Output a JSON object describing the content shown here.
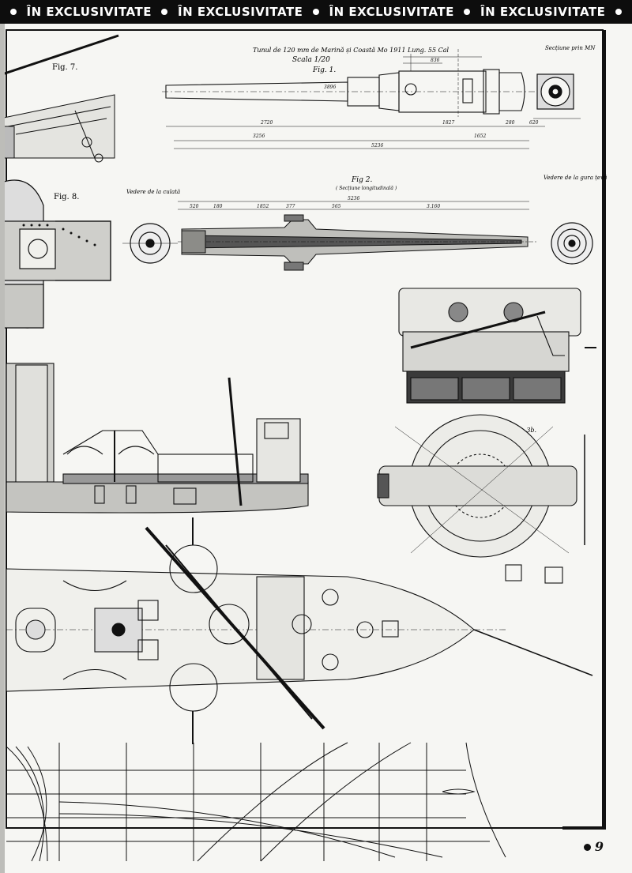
{
  "banner": {
    "items": [
      "ÎN EXCLUSIVITATE",
      "ÎN EXCLUSIVITATE",
      "ÎN EXCLUSIVITATE",
      "ÎN EXCLUSIVITATE"
    ]
  },
  "drawing": {
    "gun_title": "Tunul de 120 mm de Marină și Coastă Mo 1911 Lung. 55 Cal",
    "scale": "Scala 1/20",
    "fig1": "Fig. 1.",
    "fig2": "Fig 2.",
    "fig2_sub": "( Secțiune longitudinală )",
    "fig7": "Fig. 7.",
    "fig8": "Fig. 8.",
    "fig3b": "Fig. 3b.",
    "section_label": "Secțiune prin MN",
    "rear_view": "Vedere de la culată",
    "front_view": "Vedere de la gura țevii",
    "dims_fig1": [
      "2720",
      "1827",
      "3256",
      "1652",
      "5236",
      "3896",
      "836",
      "280",
      "620"
    ],
    "dims_fig2": [
      "5236",
      "1852",
      "377",
      "565",
      "3.160",
      "180",
      "520"
    ]
  },
  "footer": {
    "page_number": "9"
  }
}
